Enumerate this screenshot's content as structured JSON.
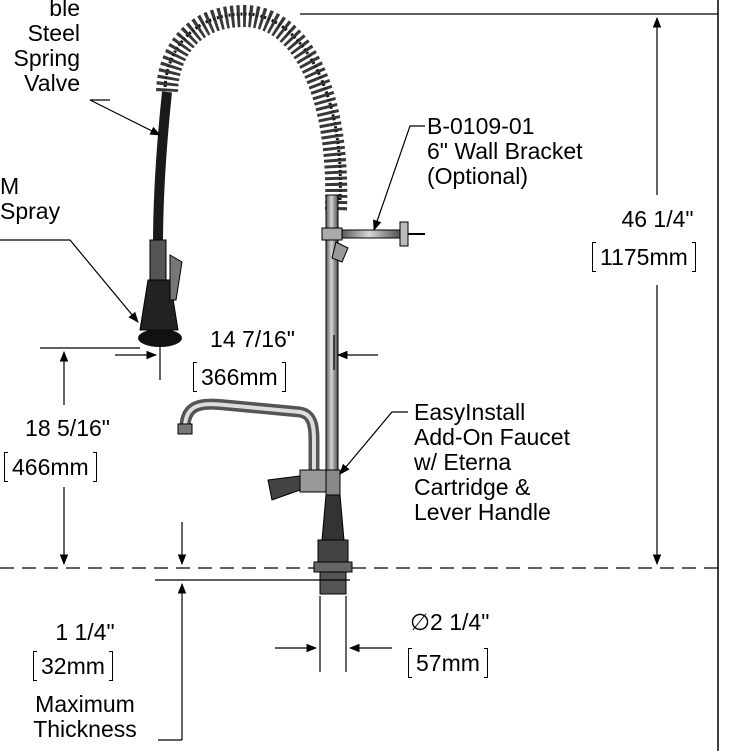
{
  "labels": {
    "hose": [
      "ble",
      " Steel",
      "Spring",
      "Valve"
    ],
    "spray": [
      "M",
      "Spray"
    ],
    "bracket": [
      "B-0109-01",
      "6\" Wall Bracket",
      "(Optional)"
    ],
    "faucet": [
      "EasyInstall",
      "Add-On Faucet",
      "w/ Eterna",
      "Cartridge &",
      "Lever Handle"
    ]
  },
  "dimensions": {
    "overall_height": {
      "imperial": "46 1/4\"",
      "metric": "1175mm"
    },
    "spray_height": {
      "imperial": "18 5/16\"",
      "metric": "466mm"
    },
    "spray_offset": {
      "imperial": "14 7/16\"",
      "metric": "366mm"
    },
    "deck_thickness": {
      "imperial": "1 1/4\"",
      "metric": "32mm",
      "note": [
        "Maximum",
        "Thickness"
      ]
    },
    "shank_diameter": {
      "symbol": "∅",
      "imperial": "2 1/4\"",
      "metric": "57mm"
    }
  },
  "colors": {
    "line": "#000000",
    "metal": "#8a8a8a",
    "dark": "#1a1a1a"
  }
}
